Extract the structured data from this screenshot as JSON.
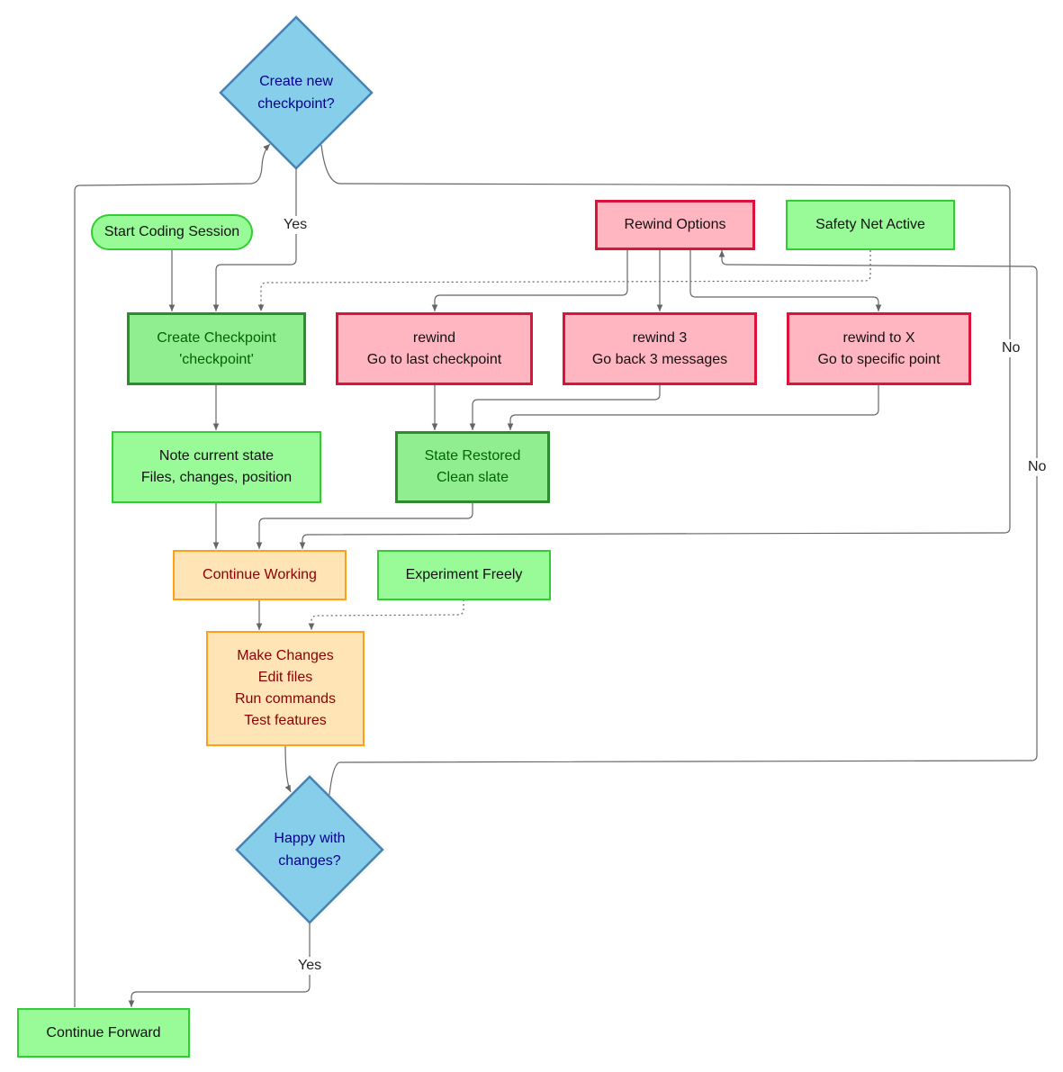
{
  "nodes": {
    "create_new_checkpoint": {
      "lines": [
        "Create new",
        "checkpoint?"
      ]
    },
    "start_coding_session": {
      "lines": [
        "Start Coding Session"
      ]
    },
    "rewind_options": {
      "lines": [
        "Rewind Options"
      ]
    },
    "safety_net_active": {
      "lines": [
        "Safety Net Active"
      ]
    },
    "create_checkpoint": {
      "lines": [
        "Create Checkpoint",
        "'checkpoint'"
      ]
    },
    "rewind": {
      "lines": [
        "rewind",
        "Go to last checkpoint"
      ]
    },
    "rewind_3": {
      "lines": [
        "rewind 3",
        "Go back 3 messages"
      ]
    },
    "rewind_to_x": {
      "lines": [
        "rewind to X",
        "Go to specific point"
      ]
    },
    "note_current_state": {
      "lines": [
        "Note current state",
        "Files, changes, position"
      ]
    },
    "state_restored": {
      "lines": [
        "State Restored",
        "Clean slate"
      ]
    },
    "continue_working": {
      "lines": [
        "Continue Working"
      ]
    },
    "experiment_freely": {
      "lines": [
        "Experiment Freely"
      ]
    },
    "make_changes": {
      "lines": [
        "Make Changes",
        "Edit files",
        "Run commands",
        "Test features"
      ]
    },
    "happy_with_changes": {
      "lines": [
        "Happy with",
        "changes?"
      ]
    },
    "continue_forward": {
      "lines": [
        "Continue Forward"
      ]
    }
  },
  "edge_labels": {
    "yes_top": "Yes",
    "no_top": "No",
    "no_bottom": "No",
    "yes_bottom": "Yes"
  },
  "colors": {
    "green_fill": "#98fb98",
    "green_border": "#32cd32",
    "strong_green_fill": "#90ee90",
    "strong_green_border": "#2e8b2e",
    "pink_fill": "#ffb6c1",
    "pink_border": "#dc143c",
    "orange_fill": "#ffe4b5",
    "orange_border": "#ff9f1a",
    "diamond_fill": "#87ceeb",
    "diamond_border": "#4682b4",
    "edge_color": "#666666"
  }
}
